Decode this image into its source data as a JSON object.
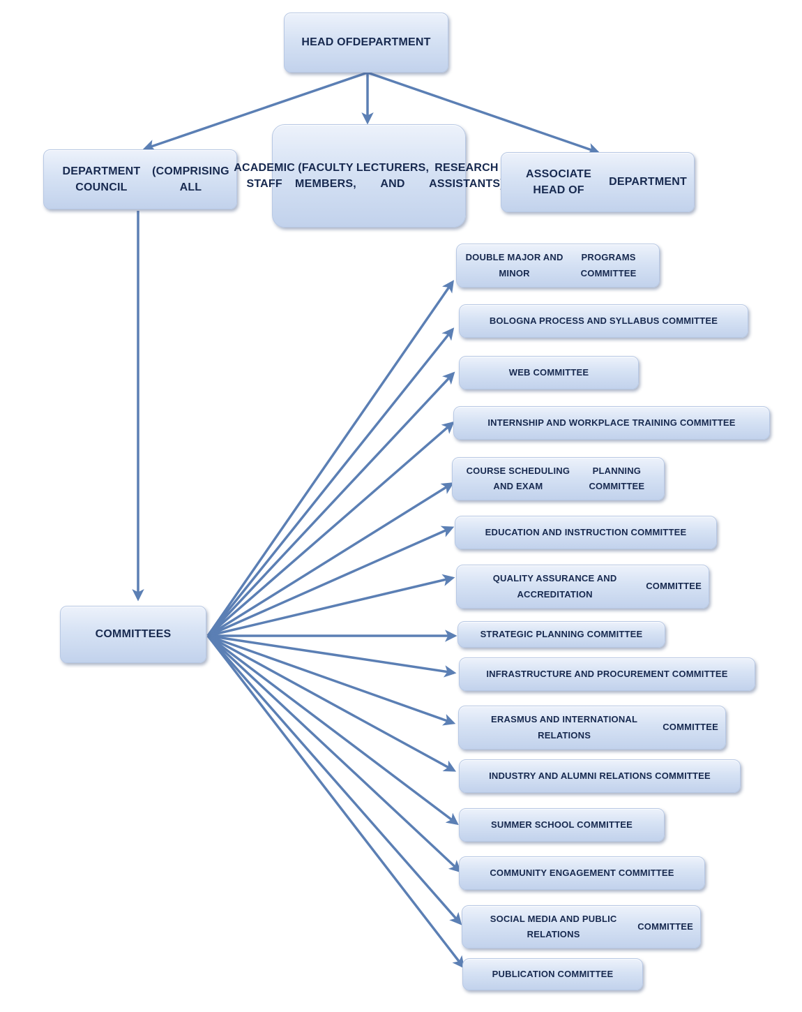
{
  "nodes": {
    "head": {
      "lines": [
        "HEAD OF",
        "DEPARTMENT"
      ]
    },
    "council": {
      "lines": [
        "DEPARTMENT COUNCIL",
        "(COMPRISING ALL"
      ]
    },
    "academic": {
      "lines": [
        "ACADEMIC STAFF",
        "(FACULTY MEMBERS,",
        "LECTURERS, AND",
        "RESEARCH ASSISTANTS)"
      ]
    },
    "associate": {
      "lines": [
        "ASSOCIATE HEAD OF",
        "DEPARTMENT"
      ]
    },
    "committees": {
      "label": "COMMITTEES"
    }
  },
  "committees": [
    {
      "lines": [
        "DOUBLE MAJOR AND MINOR",
        "PROGRAMS COMMITTEE"
      ]
    },
    {
      "lines": [
        "BOLOGNA PROCESS AND SYLLABUS COMMITTEE"
      ]
    },
    {
      "lines": [
        "WEB COMMITTEE"
      ]
    },
    {
      "lines": [
        "INTERNSHIP AND WORKPLACE TRAINING COMMITTEE"
      ]
    },
    {
      "lines": [
        "COURSE SCHEDULING AND EXAM",
        "PLANNING COMMITTEE"
      ]
    },
    {
      "lines": [
        "EDUCATION AND INSTRUCTION COMMITTEE"
      ]
    },
    {
      "lines": [
        "QUALITY ASSURANCE AND ACCREDITATION",
        "COMMITTEE"
      ]
    },
    {
      "lines": [
        "STRATEGIC PLANNING COMMITTEE"
      ]
    },
    {
      "lines": [
        "INFRASTRUCTURE AND PROCUREMENT COMMITTEE"
      ]
    },
    {
      "lines": [
        "ERASMUS AND INTERNATIONAL RELATIONS",
        "COMMITTEE"
      ]
    },
    {
      "lines": [
        "INDUSTRY AND ALUMNI RELATIONS COMMITTEE"
      ]
    },
    {
      "lines": [
        "SUMMER SCHOOL COMMITTEE"
      ]
    },
    {
      "lines": [
        "COMMUNITY ENGAGEMENT COMMITTEE"
      ]
    },
    {
      "lines": [
        "SOCIAL MEDIA AND PUBLIC RELATIONS",
        "COMMITTEE"
      ]
    },
    {
      "lines": [
        "PUBLICATION COMMITTEE"
      ]
    }
  ],
  "colors": {
    "arrow": "#5b7fb4",
    "text": "#17294f"
  }
}
